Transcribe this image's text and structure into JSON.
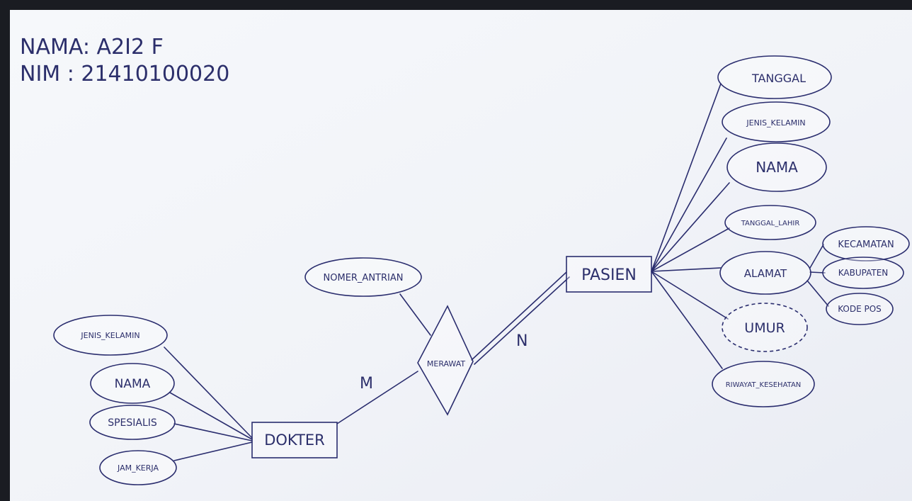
{
  "header": {
    "nama": "NAMA: A2I2 F",
    "nim": "NIM : 21410100020"
  },
  "entities": {
    "pasien": "PASIEN",
    "dokter": "DOKTER"
  },
  "relationship": {
    "label": "MERAWAT",
    "card_dokter": "M",
    "card_pasien": "N"
  },
  "pasien_attributes": {
    "tanggal": "TANGGAL",
    "jenis_kelamin": "JENIS_KELAMIN",
    "nama": "NAMA",
    "tanggal_lahir": "TANGGAL_LAHIR",
    "alamat": "ALAMAT",
    "umur": "UMUR",
    "riwayat_kesehatan": "RIWAYAT_KESEHATAN"
  },
  "alamat_subattributes": {
    "kecamatan": "KECAMATAN",
    "kabupaten": "KABUPATEN",
    "kode_pos": "KODE POS"
  },
  "relationship_attribute": {
    "nomer_antrian": "NOMER_ANTRIAN"
  },
  "dokter_attributes": {
    "jenis_kelamin": "JENIS_KELAMIN",
    "nama": "NAMA",
    "spesialis": "SPESIALIS",
    "jam_kerja": "JAM_KERJA"
  }
}
